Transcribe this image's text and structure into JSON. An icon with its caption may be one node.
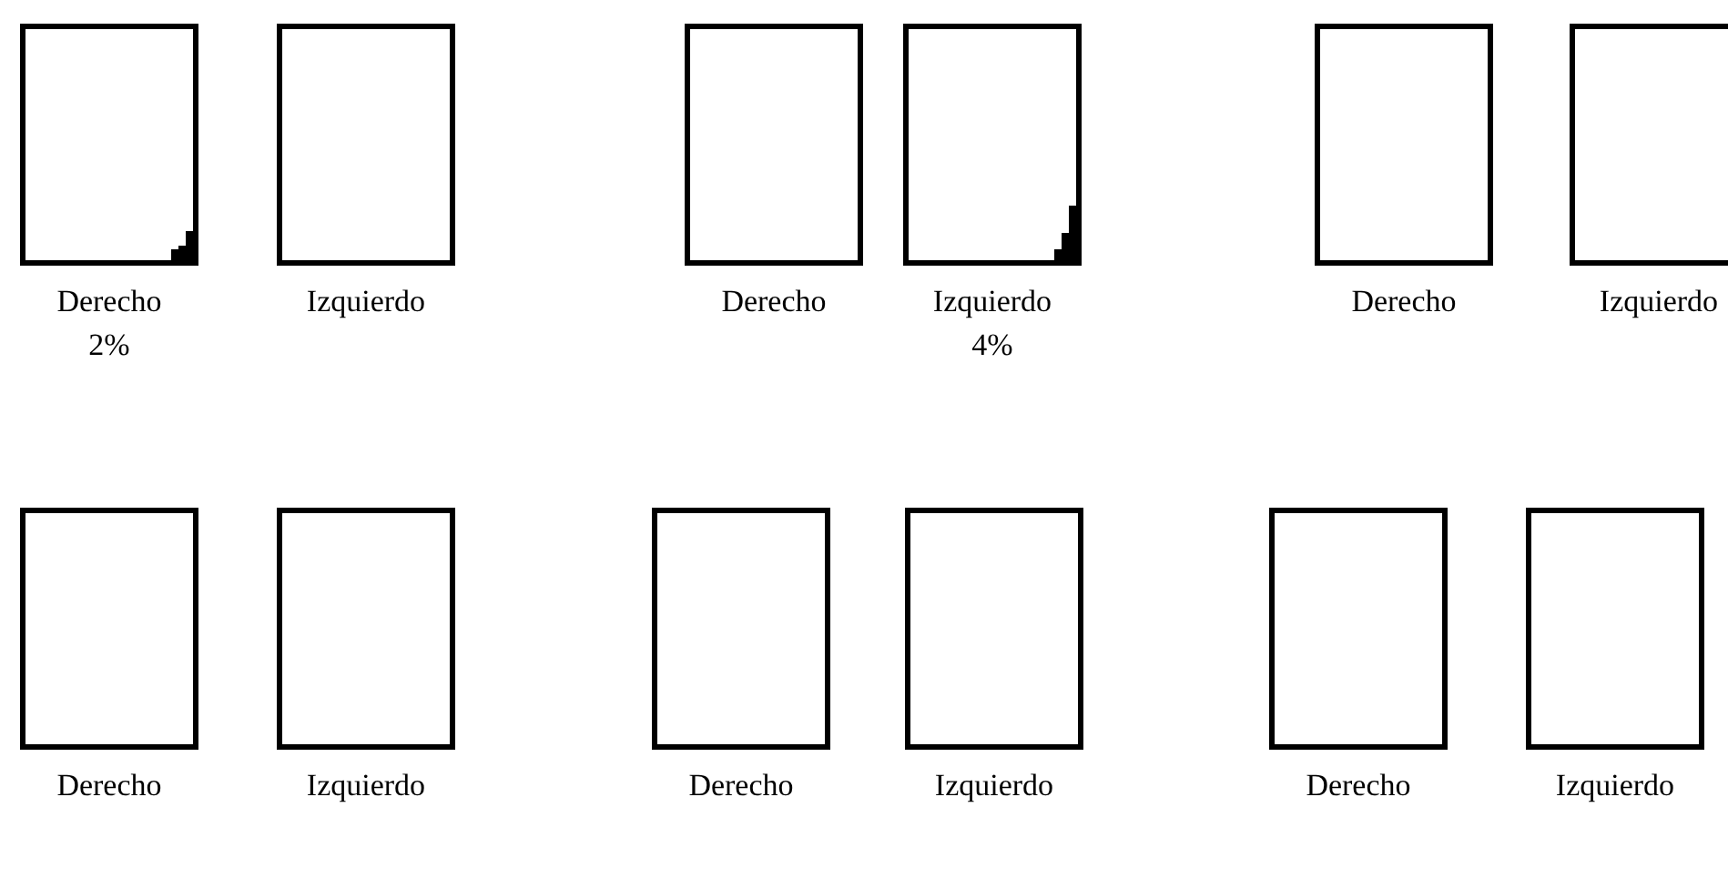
{
  "diagram": {
    "nodes": [
      {
        "text": [
          "Derecho"
        ],
        "beside": [
          "2%"
        ]
      },
      {
        "text": [
          "Izquierdo"
        ]
      },
      {
        "text": [
          "Derecho"
        ]
      },
      {
        "text": [
          "Izquierdo"
        ],
        "beside": [
          "4%"
        ]
      },
      {
        "text": [
          "Derecho"
        ]
      },
      {
        "text": [
          "Izquierdo"
        ]
      },
      {
        "text": [
          "Derecho"
        ]
      },
      {
        "text": [
          "Izquierdo"
        ]
      },
      {
        "text": [
          "Derecho"
        ]
      },
      {
        "text": [
          "Izquierdo"
        ]
      },
      {
        "text": [
          "Derecho"
        ]
      },
      {
        "text": [
          "Izquierdo"
        ]
      }
    ]
  }
}
